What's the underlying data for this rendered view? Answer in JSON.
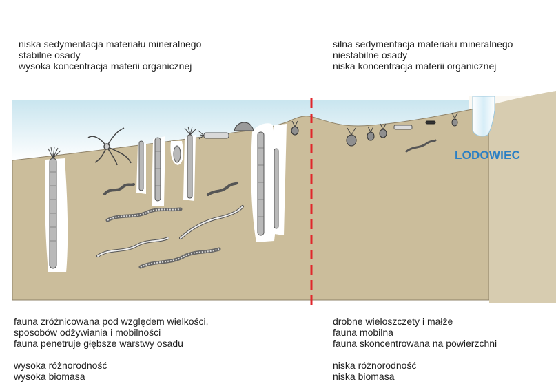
{
  "top_left": {
    "lines": [
      "niska sedymentacja materiału mineralnego",
      "stabilne osady",
      "wysoka koncentracja materii organicznej"
    ]
  },
  "top_right": {
    "lines": [
      "silna sedymentacja materiału mineralnego",
      "niestabilne osady",
      "niska koncentracja materii organicznej"
    ]
  },
  "bottom_left": {
    "lines": [
      "fauna zróżnicowana pod względem wielkości,",
      "sposobów odżywiania i mobilności",
      "fauna penetruje głębsze warstwy osadu"
    ],
    "summary": [
      "wysoka różnorodność",
      "wysoka biomasa"
    ]
  },
  "bottom_right": {
    "lines": [
      "drobne wieloszczety i małże",
      "fauna mobilna",
      "fauna skoncentrowana na powierzchni"
    ],
    "summary": [
      "niska różnorodność",
      "niska biomasa"
    ]
  },
  "glacier_label": "LODOWIEC",
  "colors": {
    "sediment": "#cbbd9b",
    "water_top": "#cfe8f1",
    "divider": "#e0262b",
    "glacier_text": "#2a7fc4"
  }
}
